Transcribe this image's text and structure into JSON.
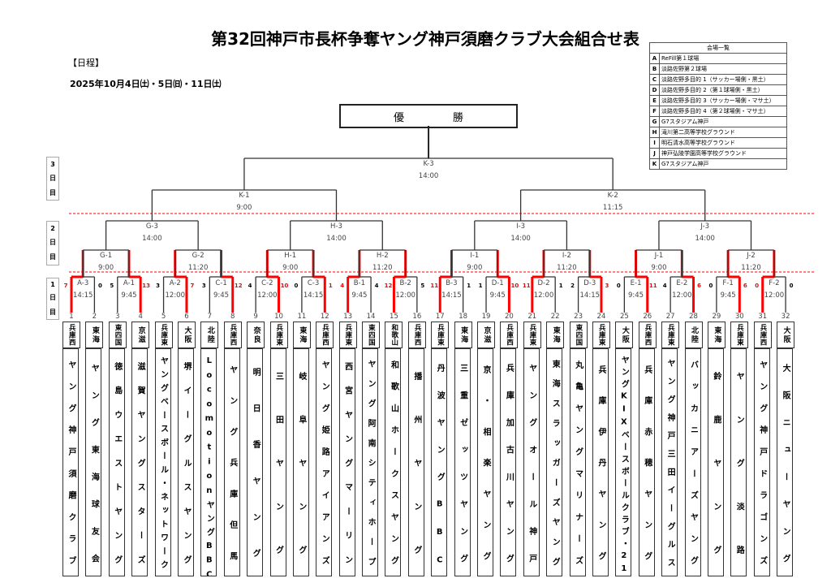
{
  "header": {
    "title": "第32回神戸市長杯争奪ヤング神戸須磨クラブ大会組合せ表",
    "schedule_label": "【日程】",
    "schedule_dates": "2025年10月4日㈯・5日㈰・11日㈯"
  },
  "venues": {
    "title": "会場一覧",
    "items": [
      {
        "code": "A",
        "name": "ReFill第１球場"
      },
      {
        "code": "B",
        "name": "淡路佐野第２球場"
      },
      {
        "code": "C",
        "name": "淡路佐野多目的 1（サッカー場側・黒土）"
      },
      {
        "code": "D",
        "name": "淡路佐野多目的 2（第１球場側・黒土）"
      },
      {
        "code": "E",
        "name": "淡路佐野多目的 3（サッカー場側・マサ土）"
      },
      {
        "code": "F",
        "name": "淡路佐野多目的 4（第２球場側・マサ土）"
      },
      {
        "code": "G",
        "name": "G7スタジアム神戸"
      },
      {
        "code": "H",
        "name": "滝川第二高等学校グラウンド"
      },
      {
        "code": "I",
        "name": "明石清水高等学校グラウンド"
      },
      {
        "code": "J",
        "name": "神戸弘陵学園高等学校グラウンド"
      },
      {
        "code": "K",
        "name": "G7スタジアム神戸"
      }
    ]
  },
  "champion_label": [
    "優",
    "勝"
  ],
  "days": [
    {
      "label": [
        "3",
        "日",
        "目"
      ]
    },
    {
      "label": [
        "2",
        "日",
        "目"
      ]
    },
    {
      "label": [
        "1",
        "日",
        "目"
      ]
    }
  ],
  "colors": {
    "winner": "#ff0000",
    "line": "#333333",
    "divider": "#ff0000"
  },
  "teams": [
    {
      "num": "1",
      "region": "兵庫西",
      "name": "ヤング神戸須磨クラブ"
    },
    {
      "num": "2",
      "region": "東海",
      "name": "ヤング東海球友会"
    },
    {
      "num": "3",
      "region": "東四国",
      "name": "徳島ウエストヤング"
    },
    {
      "num": "4",
      "region": "京滋",
      "name": "滋賀ヤングスターズ"
    },
    {
      "num": "5",
      "region": "兵庫東",
      "name": "ヤングベースボール・ネットワーク"
    },
    {
      "num": "6",
      "region": "大阪",
      "name": "堺イーグルスヤング"
    },
    {
      "num": "7",
      "region": "北陸",
      "name": "LocomotionヤングBBC"
    },
    {
      "num": "8",
      "region": "兵庫西",
      "name": "ヤング兵庫但馬"
    },
    {
      "num": "9",
      "region": "奈良",
      "name": "明日香ヤング"
    },
    {
      "num": "10",
      "region": "兵庫東",
      "name": "三田ヤング"
    },
    {
      "num": "11",
      "region": "東海",
      "name": "岐阜ヤング"
    },
    {
      "num": "12",
      "region": "兵庫西",
      "name": "ヤング姫路アイアンズ"
    },
    {
      "num": "13",
      "region": "兵庫東",
      "name": "西宮ヤングマーリン"
    },
    {
      "num": "14",
      "region": "東四国",
      "name": "ヤング阿南シティホープ"
    },
    {
      "num": "15",
      "region": "和歌山",
      "name": "和歌山ホークスヤング"
    },
    {
      "num": "16",
      "region": "兵庫西",
      "name": "播州ヤング"
    },
    {
      "num": "17",
      "region": "兵庫東",
      "name": "丹波ヤングBBC"
    },
    {
      "num": "18",
      "region": "東海",
      "name": "三重ゼッツヤング"
    },
    {
      "num": "19",
      "region": "京滋",
      "name": "京・相楽ヤング"
    },
    {
      "num": "20",
      "region": "兵庫西",
      "name": "兵庫加古川ヤング"
    },
    {
      "num": "21",
      "region": "兵庫東",
      "name": "ヤングオール神戸"
    },
    {
      "num": "22",
      "region": "東海",
      "name": "東海スラッガーズヤング"
    },
    {
      "num": "23",
      "region": "東四国",
      "name": "丸亀ヤングマリナーズ"
    },
    {
      "num": "24",
      "region": "兵庫東",
      "name": "兵庫伊丹ヤング"
    },
    {
      "num": "25",
      "region": "大阪",
      "name": "ヤングKIXベースボールクラブ・21"
    },
    {
      "num": "26",
      "region": "兵庫西",
      "name": "兵庫赤穂ヤング"
    },
    {
      "num": "27",
      "region": "兵庫東",
      "name": "ヤング神戸三田イーグルス"
    },
    {
      "num": "28",
      "region": "北陸",
      "name": "バッカニアーズヤング"
    },
    {
      "num": "29",
      "region": "東海",
      "name": "鈴鹿ヤング"
    },
    {
      "num": "30",
      "region": "兵庫東",
      "name": "ヤング淡路"
    },
    {
      "num": "31",
      "region": "兵庫西",
      "name": "ヤング神戸ドラゴンズ"
    },
    {
      "num": "32",
      "region": "大阪",
      "name": "大阪ニューヤング"
    }
  ],
  "rounds": {
    "round1": [
      {
        "id": "A-3",
        "time": "14:15",
        "scores": [
          "7",
          "0"
        ],
        "winner": 0
      },
      {
        "id": "A-1",
        "time": "9:45",
        "scores": [
          "5",
          "13"
        ],
        "winner": 1
      },
      {
        "id": "A-2",
        "time": "12:00",
        "scores": [
          "3",
          "7"
        ],
        "winner": 1
      },
      {
        "id": "C-1",
        "time": "9:45",
        "scores": [
          "3",
          "12"
        ],
        "winner": 1
      },
      {
        "id": "C-2",
        "time": "12:00",
        "scores": [
          "4",
          "10"
        ],
        "winner": 1
      },
      {
        "id": "C-3",
        "time": "14:15",
        "scores": [
          "0",
          "1"
        ],
        "winner": 1
      },
      {
        "id": "B-1",
        "time": "9:45",
        "scores": [
          "4",
          "4"
        ],
        "winner": 0
      },
      {
        "id": "B-2",
        "time": "12:00",
        "scores": [
          "12",
          "5"
        ],
        "winner": 0
      },
      {
        "id": "B-3",
        "time": "14:15",
        "scores": [
          "11",
          "1"
        ],
        "winner": 0
      },
      {
        "id": "D-1",
        "time": "9:45",
        "scores": [
          "1",
          "10"
        ],
        "winner": 1
      },
      {
        "id": "D-2",
        "time": "12:00",
        "scores": [
          "11",
          "1"
        ],
        "winner": 0
      },
      {
        "id": "D-3",
        "time": "14:15",
        "scores": [
          "2",
          "3"
        ],
        "winner": 1
      },
      {
        "id": "E-1",
        "time": "9:45",
        "scores": [
          "0",
          "11"
        ],
        "winner": 1
      },
      {
        "id": "E-2",
        "time": "12:00",
        "scores": [
          "4",
          "6"
        ],
        "winner": 1
      },
      {
        "id": "F-1",
        "time": "9:45",
        "scores": [
          "0",
          "6"
        ],
        "winner": 1
      },
      {
        "id": "F-2",
        "time": "12:00",
        "scores": [
          "0",
          "0"
        ],
        "winner": 0
      }
    ],
    "round2": [
      {
        "id": "G-1",
        "time": "9:00"
      },
      {
        "id": "G-2",
        "time": "11:20"
      },
      {
        "id": "H-1",
        "time": "9:00"
      },
      {
        "id": "H-2",
        "time": "11:20"
      },
      {
        "id": "I-1",
        "time": "9:00"
      },
      {
        "id": "I-2",
        "time": "11:20"
      },
      {
        "id": "J-1",
        "time": "9:00"
      },
      {
        "id": "J-2",
        "time": "11:20"
      }
    ],
    "round3": [
      {
        "id": "G-3",
        "time": "14:00"
      },
      {
        "id": "H-3",
        "time": "14:00"
      },
      {
        "id": "I-3",
        "time": "14:00"
      },
      {
        "id": "J-3",
        "time": "14:00"
      }
    ],
    "semifinal": [
      {
        "id": "K-1",
        "time": "9:00"
      },
      {
        "id": "K-2",
        "time": "11:15"
      }
    ],
    "final": [
      {
        "id": "K-3",
        "time": "14:00"
      }
    ]
  }
}
